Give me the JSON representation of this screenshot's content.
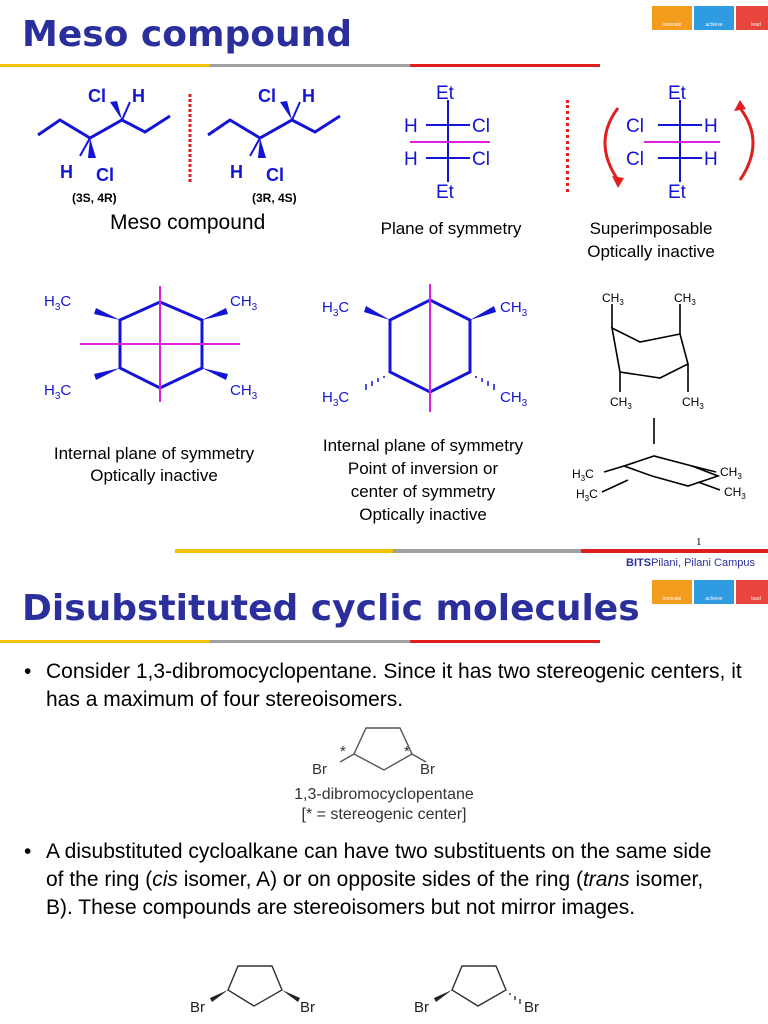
{
  "slide1": {
    "title": "Meso compound",
    "logo_words": [
      "innovate",
      "achieve",
      "lead"
    ],
    "structures": {
      "left_pair": {
        "mol1": {
          "top_left": "Cl",
          "top_right": "H",
          "bottom_left": "H",
          "bottom_right": "Cl",
          "config": "(3S, 4R)"
        },
        "mol2": {
          "top_left": "Cl",
          "top_right": "H",
          "bottom_left": "H",
          "bottom_right": "Cl",
          "config": "(3R, 4S)"
        },
        "caption": "Meso compound"
      },
      "fischer1": {
        "top": "Et",
        "r1_left": "H",
        "r1_right": "Cl",
        "r2_left": "H",
        "r2_right": "Cl",
        "bottom": "Et",
        "caption": "Plane of symmetry"
      },
      "fischer2": {
        "top": "Et",
        "r1_left": "Cl",
        "r1_right": "H",
        "r2_left": "Cl",
        "r2_right": "H",
        "bottom": "Et",
        "caption_line1": "Superimposable",
        "caption_line2": "Optically inactive"
      },
      "hex1": {
        "label": "H3C",
        "label_r": "CH3",
        "caption_line1": "Internal plane of symmetry",
        "caption_line2": "Optically inactive"
      },
      "hex2": {
        "label": "H3C",
        "label_r": "CH3",
        "caption_line1": "Internal plane of symmetry",
        "caption_line2": "Point of inversion or",
        "caption_line3": "center of symmetry",
        "caption_line4": "Optically inactive"
      },
      "chair": {
        "label_ch3": "CH3",
        "label_h3c": "H3C"
      }
    },
    "page_number": "1",
    "footer_bold": "BITS",
    "footer_rest": "Pilani, Pilani Campus"
  },
  "slide2": {
    "title": "Disubstituted cyclic molecules",
    "bullet1": "Consider 1,3-dibromocyclopentane.  Since it has two stereogenic centers, it has a maximum of four stereoisomers.",
    "figure": {
      "br": "Br",
      "star": "*",
      "caption_line1": "1,3-dibromocyclopentane",
      "caption_line2": "[* = stereogenic center]"
    },
    "bullet2_part1": "A disubstituted cycloalkane can have two substituents on the same side of the ring (",
    "bullet2_cis": "cis",
    "bullet2_part2": " isomer, A) or on opposite sides of the ring (",
    "bullet2_trans": "trans",
    "bullet2_part3": " isomer, B).  These compounds are stereoisomers but not mirror images."
  },
  "colors": {
    "title": "#2b2f9c",
    "blue": "#1414d6",
    "magenta": "#e020e0",
    "red": "#e02020",
    "yellow": "#f2c200",
    "grey": "#a0a0a0",
    "logo_orange": "#f39c1e",
    "logo_blue": "#2f9be0",
    "logo_red": "#e8453c"
  }
}
